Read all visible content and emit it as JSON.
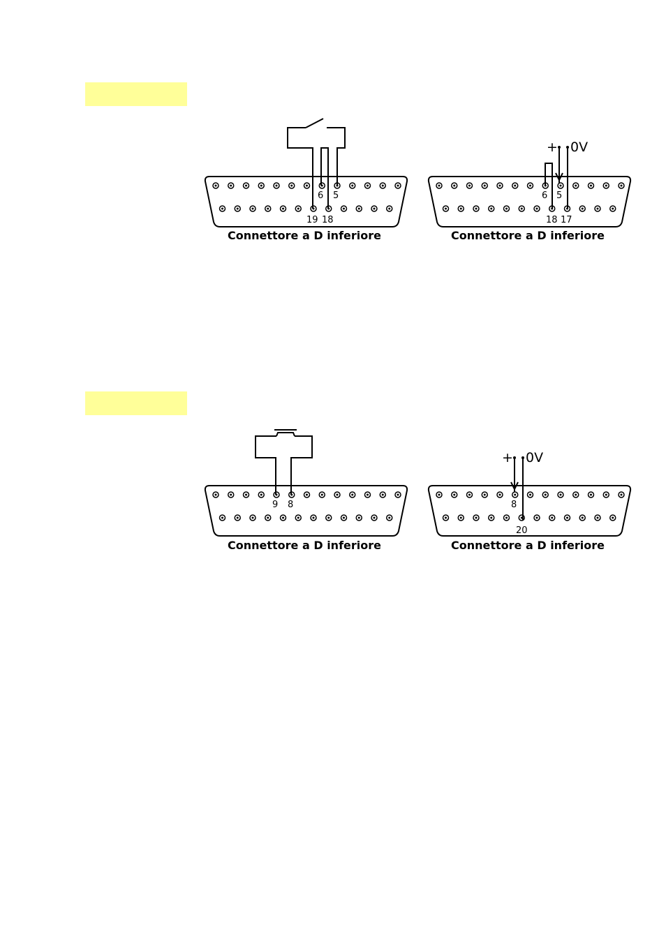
{
  "section_markers": [
    {
      "color": "#ffff99"
    },
    {
      "color": "#ffff99"
    }
  ],
  "diagrams": {
    "d1": {
      "caption": "Connettore a D inferiore",
      "pins": [
        "6",
        "5",
        "19",
        "18"
      ]
    },
    "d2": {
      "caption": "Connettore a D inferiore",
      "pins": [
        "6",
        "5",
        "18",
        "17"
      ],
      "plus": "+",
      "zero_v": "0V"
    },
    "d3": {
      "caption": "Connettore a D inferiore",
      "pins": [
        "9",
        "8"
      ]
    },
    "d4": {
      "caption": "Connettore a D inferiore",
      "pins": [
        "8",
        "20"
      ],
      "plus": "+",
      "zero_v": "0V"
    }
  }
}
